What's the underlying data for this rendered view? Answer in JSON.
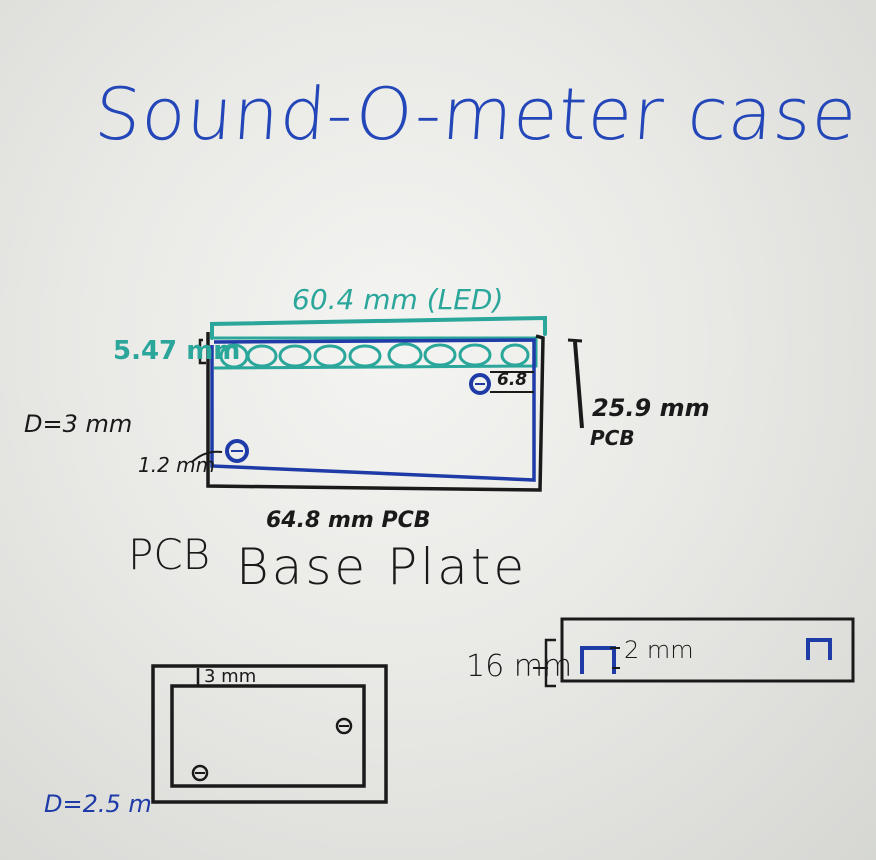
{
  "title": "Sound-O-meter case",
  "pcb_sketch": {
    "led_width": "60.4 mm (LED)",
    "led_height": "5.47 mm",
    "hole_top_right": "6.8",
    "height": "25.9 mm",
    "height_label": "PCB",
    "hole_diameter": "D=3 mm",
    "hole_offset": "1.2 mm",
    "width": "64.8 mm PCB",
    "label_pcb": "PCB",
    "label_base": "Base Plate"
  },
  "base_plate": {
    "wall": "3 mm",
    "hole_diameter": "D=2.5 m"
  },
  "side_profile": {
    "height": "16 mm",
    "clip": "2 mm"
  },
  "colors": {
    "board": "#ececea",
    "teal": "#2aa69b",
    "blue": "#1f3ba8",
    "black": "#1a1a1a"
  }
}
